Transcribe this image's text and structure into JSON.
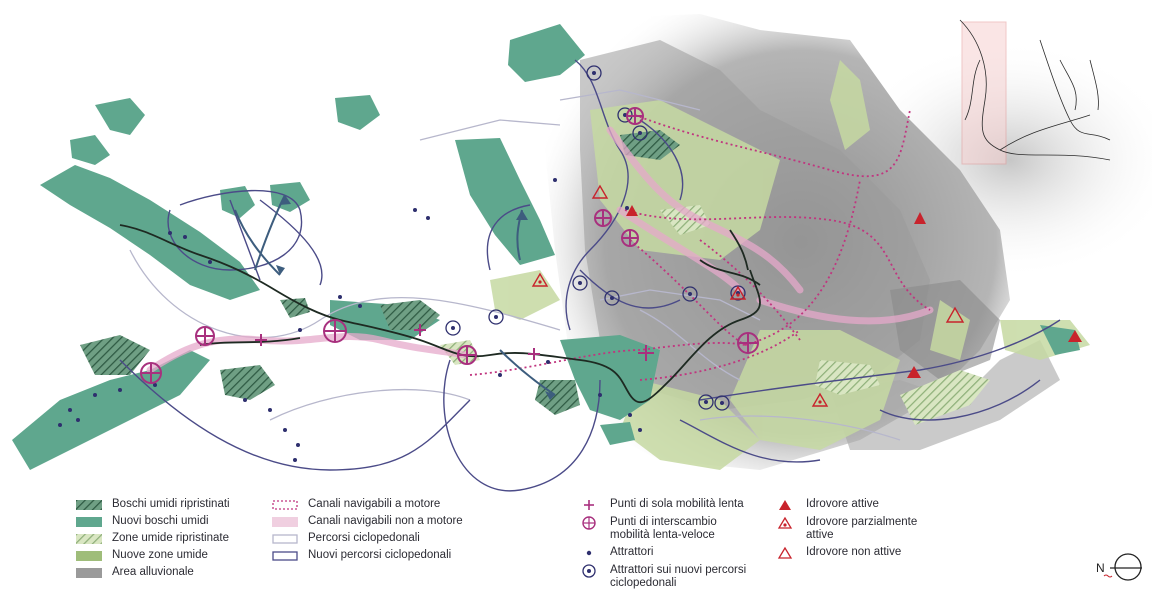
{
  "colors": {
    "wet_forest_new": "#5fa78e",
    "wet_forest_restored": "#4f8f75",
    "wetland_new": "#9fbd7a",
    "wetland_restored": "#c9dba8",
    "alluvial_area": "#9a9a9a",
    "motor_canal": "#c0357f",
    "nonmotor_canal": "#e6a9cb",
    "bike_paths": "#b8b8cc",
    "new_bike_paths": "#4a4a85",
    "pump_red": "#c8232c",
    "river_dark": "#1e2a22",
    "attractor": "#2e2f6e"
  },
  "legend": {
    "col1": [
      {
        "label": "Boschi umidi ripristinati",
        "swatch": "hatch-dark"
      },
      {
        "label": "Nuovi boschi umidi",
        "swatch": "solid-green"
      },
      {
        "label": "Zone umide ripristinate",
        "swatch": "hatch-light"
      },
      {
        "label": "Nuove zone umide",
        "swatch": "solid-light"
      },
      {
        "label": "Area alluvionale",
        "swatch": "grey"
      }
    ],
    "col2": [
      {
        "label": "Canali navigabili a motore",
        "swatch": "dotted"
      },
      {
        "label": "Canali navigabili non a motore",
        "swatch": "pink-soft"
      },
      {
        "label": "Percorsi ciclopedonali",
        "swatch": "outline-grey"
      },
      {
        "label": "Nuovi percorsi ciclopedonali",
        "swatch": "outline-dark"
      }
    ],
    "col3": [
      {
        "label": "Punti di sola mobilità lenta",
        "symbol": "plus-icon"
      },
      {
        "label": "Punti di interscambio mobilità lenta-veloce",
        "symbol": "circle-plus-icon"
      },
      {
        "label": "Attrattori",
        "symbol": "dot-icon"
      },
      {
        "label": "Attrattori sui nuovi percorsi ciclopedonali",
        "symbol": "circle-dot-icon"
      }
    ],
    "col4": [
      {
        "label": "Idrovore attive",
        "symbol": "triangle-filled-icon"
      },
      {
        "label": "Idrovore parzialmente attive",
        "symbol": "triangle-partial-icon"
      },
      {
        "label": "Idrovore non attive",
        "symbol": "triangle-empty-icon"
      }
    ]
  },
  "north": {
    "label": "N",
    "icon": "north-arrow-icon"
  }
}
